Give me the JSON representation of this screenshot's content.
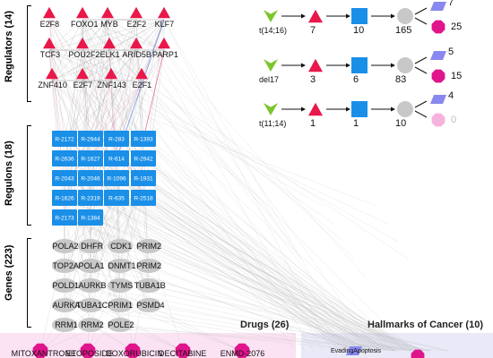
{
  "sections": {
    "regulators_title": "Regulators (14)",
    "regulons_title": "Regulons (18)",
    "genes_title": "Genes (223)",
    "drugs_title": "Drugs (26)",
    "hallmarks_title": "Hallmarks of Cancer (10)"
  },
  "regulators": [
    "E2F8",
    "FOXO1",
    "MYB",
    "E2F2",
    "KLF7",
    "TCF3",
    "POU2F2",
    "ELK1",
    "ARID5B",
    "PARP1",
    "ZNF410",
    "E2F7",
    "ZNF143",
    "E2F1"
  ],
  "regulons": [
    "R-2172",
    "R-2944",
    "R-283",
    "R-1393",
    "R-2636",
    "R-1627",
    "R-614",
    "R-2942",
    "R-2043",
    "R-2046",
    "R-1096",
    "R-1931",
    "R-1626",
    "R-2319",
    "R-635",
    "R-2518",
    "R-2173",
    "R-1384"
  ],
  "genes": [
    "POLA2",
    "DHFR",
    "CDK1",
    "PRIM2",
    "TOP2A",
    "POLA1",
    "DNMT1",
    "PRIM2",
    "POLD1",
    "AURKB",
    "TYMS",
    "TUBA1B",
    "AURKA",
    "TUBA1C",
    "PRIM1",
    "PSMD4",
    "RRM1",
    "RRM2",
    "POLE2"
  ],
  "drugs": [
    "MITOXANTRONE",
    "ETOPOSIDE",
    "DOXORUBICIN",
    "DECITABINE",
    "ENMD-2076"
  ],
  "hallmarks": [
    "EvadingApoptosis"
  ],
  "legend": [
    {
      "label": "t(14;16)",
      "regulators": "7",
      "regulons": "10",
      "genes": "165",
      "hallmarks": "7",
      "drugs": "25"
    },
    {
      "label": "del17",
      "regulators": "3",
      "regulons": "6",
      "genes": "83",
      "hallmarks": "5",
      "drugs": "15"
    },
    {
      "label": "t(11;14)",
      "regulators": "1",
      "regulons": "1",
      "genes": "10",
      "hallmarks": "4",
      "drugs": "0"
    }
  ],
  "colors": {
    "regulator": "#e8184a",
    "regulon": "#1a8fe8",
    "gene": "#c8c8c8",
    "drug": "#e0158c",
    "hallmark": "#8888ee",
    "mutation": "#7cc52c",
    "drug_faded": "#f6b3dd",
    "drugs_band": "#fbe3f3",
    "hallmarks_band": "#e9e9f8"
  },
  "icons": {
    "regulator": "triangle-icon",
    "regulon": "square-icon",
    "gene": "circle-icon",
    "drug": "octagon-icon",
    "hallmark": "parallelogram-icon",
    "mutation": "chevron-icon"
  }
}
